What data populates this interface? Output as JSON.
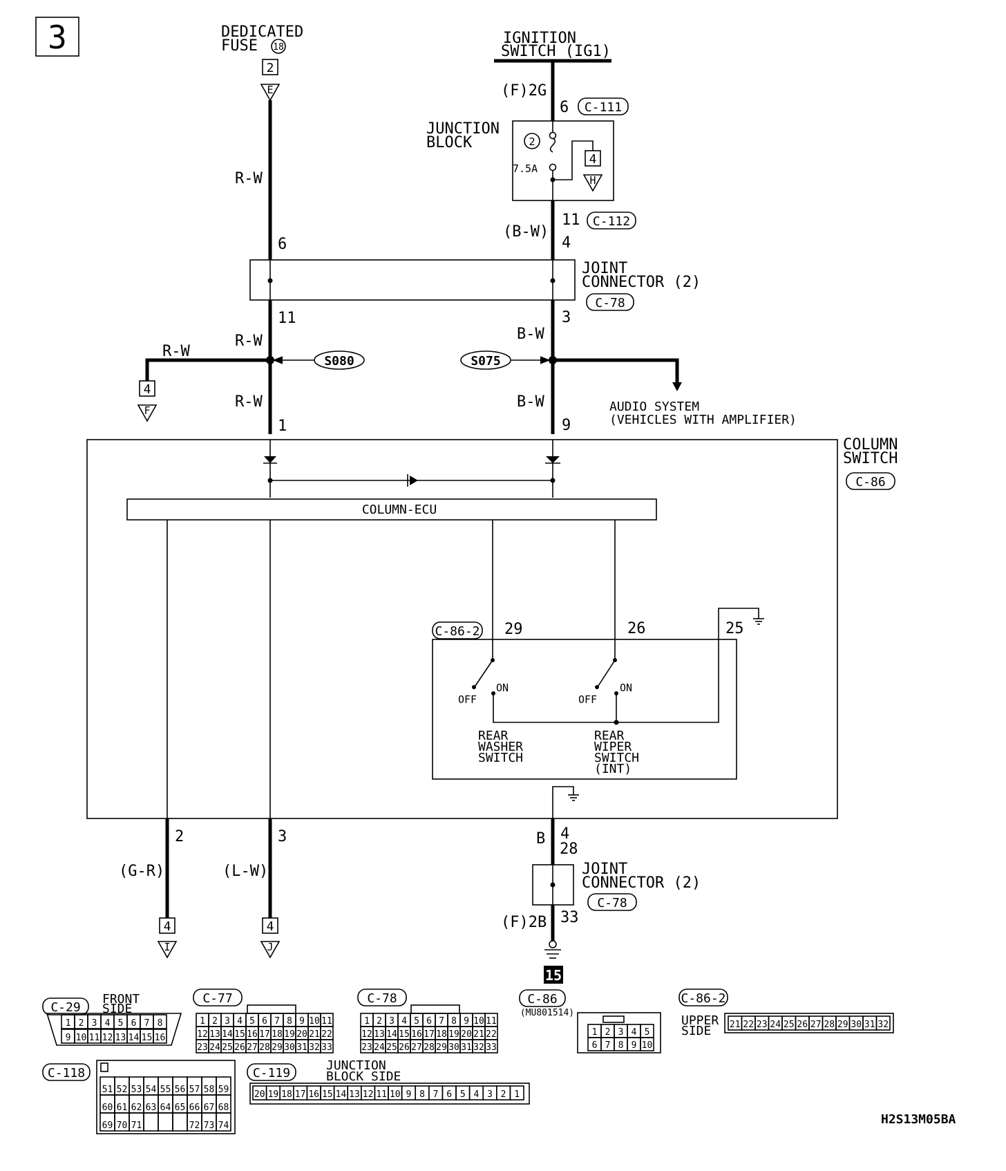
{
  "page_number": "3",
  "drawing_code": "H2S13M05BA",
  "dedicated_fuse": {
    "line1": "DEDICATED",
    "line2": "FUSE",
    "fuse_no": "18",
    "sheet": "2",
    "arrow": "E"
  },
  "ignition_switch": {
    "line1": "IGNITION",
    "line2": "SWITCH (IG1)",
    "connector_pin": "(F)2G",
    "pin": "6",
    "connector": "C-111"
  },
  "junction_block": {
    "line1": "JUNCTION",
    "line2": "BLOCK",
    "fuse_no": "2",
    "rating": "7.5A",
    "sheet": "4",
    "arrow": "H",
    "out_pin": "11",
    "out_connector": "C-112",
    "out_wire": "(B-W)"
  },
  "joint_connector_top": {
    "line1": "JOINT",
    "line2": "CONNECTOR (2)",
    "connector": "C-78",
    "left_in": "6",
    "left_out": "11",
    "right_in": "4",
    "right_out": "3"
  },
  "wires": {
    "rw_top": "R-W",
    "rw_mid": "R-W",
    "rw_branch": "R-W",
    "rw_low": "R-W",
    "bw_mid": "B-W",
    "bw_low": "B-W"
  },
  "splices": {
    "left": "S080",
    "right": "S075"
  },
  "left_branch": {
    "sheet": "4",
    "arrow": "F"
  },
  "audio_system": {
    "line1": "AUDIO SYSTEM",
    "line2": "(VEHICLES WITH AMPLIFIER)"
  },
  "column_switch": {
    "line1": "COLUMN",
    "line2": "SWITCH",
    "connector": "C-86",
    "pin_left_in": "1",
    "pin_right_in": "9",
    "ecu_label": "COLUMN-ECU"
  },
  "sub_switch": {
    "connector": "C-86-2",
    "pin_a": "29",
    "pin_b": "26",
    "pin_c": "25",
    "on": "ON",
    "off": "OFF",
    "washer": [
      "REAR",
      "WASHER",
      "SWITCH"
    ],
    "wiper": [
      "REAR",
      "WIPER",
      "SWITCH",
      "(INT)"
    ]
  },
  "outputs": {
    "gr": {
      "pin": "2",
      "wire": "(G-R)",
      "sheet": "4",
      "arrow": "I"
    },
    "lw": {
      "pin": "3",
      "wire": "(L-W)",
      "sheet": "4",
      "arrow": "J"
    }
  },
  "ground_path": {
    "wire": "B",
    "pin_a": "4",
    "pin_b": "28",
    "jc_line1": "JOINT",
    "jc_line2": "CONNECTOR (2)",
    "jc_connector": "C-78",
    "connector_pin": "(F)2B",
    "pin_out": "33",
    "ground_no": "15"
  },
  "connectors": {
    "c29": {
      "name": "C-29",
      "side1": "FRONT",
      "side2": "SIDE",
      "row1": [
        "1",
        "2",
        "3",
        "4",
        "5",
        "6",
        "7",
        "8"
      ],
      "row2": [
        "9",
        "10",
        "11",
        "12",
        "13",
        "14",
        "15",
        "16"
      ]
    },
    "c77": {
      "name": "C-77",
      "rows": [
        [
          "1",
          "2",
          "3",
          "4",
          "5",
          "6",
          "7",
          "8",
          "9",
          "10",
          "11"
        ],
        [
          "12",
          "13",
          "14",
          "15",
          "16",
          "17",
          "18",
          "19",
          "20",
          "21",
          "22"
        ],
        [
          "23",
          "24",
          "25",
          "26",
          "27",
          "28",
          "29",
          "30",
          "31",
          "32",
          "33"
        ]
      ]
    },
    "c78": {
      "name": "C-78",
      "rows": [
        [
          "1",
          "2",
          "3",
          "4",
          "5",
          "6",
          "7",
          "8",
          "9",
          "10",
          "11"
        ],
        [
          "12",
          "13",
          "14",
          "15",
          "16",
          "17",
          "18",
          "19",
          "20",
          "21",
          "22"
        ],
        [
          "23",
          "24",
          "25",
          "26",
          "27",
          "28",
          "29",
          "30",
          "31",
          "32",
          "33"
        ]
      ]
    },
    "c86": {
      "name": "C-86",
      "part": "(MU801514)",
      "rows": [
        [
          "1",
          "2",
          "3",
          "4",
          "5"
        ],
        [
          "6",
          "7",
          "8",
          "9",
          "10"
        ]
      ]
    },
    "c862": {
      "name": "C-86-2",
      "side1": "UPPER",
      "side2": "SIDE",
      "row": [
        "21",
        "22",
        "23",
        "24",
        "25",
        "26",
        "27",
        "28",
        "29",
        "30",
        "31",
        "32"
      ]
    },
    "c118": {
      "name": "C-118",
      "rows": [
        [
          "51",
          "52",
          "53",
          "54",
          "55",
          "56",
          "57",
          "58",
          "59"
        ],
        [
          "60",
          "61",
          "62",
          "63",
          "64",
          "65",
          "66",
          "67",
          "68"
        ],
        [
          "69",
          "70",
          "71",
          "",
          "",
          "",
          "72",
          "73",
          "74"
        ]
      ]
    },
    "c119": {
      "name": "C-119",
      "side1": "JUNCTION",
      "side2": "BLOCK SIDE",
      "row": [
        "20",
        "19",
        "18",
        "17",
        "16",
        "15",
        "14",
        "13",
        "12",
        "11",
        "10",
        "9",
        "8",
        "7",
        "6",
        "5",
        "4",
        "3",
        "2",
        "1"
      ]
    }
  }
}
